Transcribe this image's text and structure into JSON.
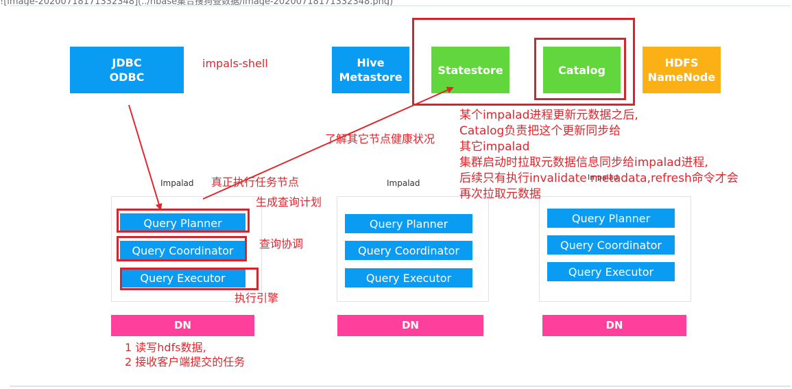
{
  "cropped_top_text": "![image-20200718171332348](../hbase集合搜狗查数据/image-20200718171332348.png)",
  "top_boxes": {
    "jdbc": "JDBC\nODBC",
    "hive": "Hive\nMetastore",
    "statestore": "Statestore",
    "catalog": "Catalog",
    "hdfs": "HDFS\nNameNode"
  },
  "impalad_label": "Impalad",
  "nodes": [
    {
      "planner": "Query Planner",
      "coordinator": "Query Coordinator",
      "executor": "Query Executor",
      "dn": "DN"
    },
    {
      "planner": "Query Planner",
      "coordinator": "Query Coordinator",
      "executor": "Query Executor",
      "dn": "DN"
    },
    {
      "planner": "Query Planner",
      "coordinator": "Query Coordinator",
      "executor": "Query Executor",
      "dn": "DN"
    }
  ],
  "notes": {
    "shell": "impals-shell",
    "health": "了解其它节点健康状况",
    "real_exec": "真正执行任务节点",
    "gen_plan": "生成查询计划",
    "coord": "查询协调",
    "engine": "执行引擎",
    "dn_lines": [
      "1 读写hdfs数据,",
      "2 接收客户端提交的任务"
    ],
    "catalog_lines": [
      "某个impalad进程更新元数据之后,",
      "Catalog负责把这个更新同步给",
      "其它impalad",
      "集群启动时拉取元数据信息同步给impalad进程,",
      "后续只有执行invalidate metadata,refresh命令才会",
      "再次拉取元数据"
    ]
  },
  "colors": {
    "blue": "#0a9cf3",
    "green": "#62d63d",
    "orange": "#fbb116",
    "pink": "#ff3f9c",
    "annotation_red": "#e0262d"
  }
}
